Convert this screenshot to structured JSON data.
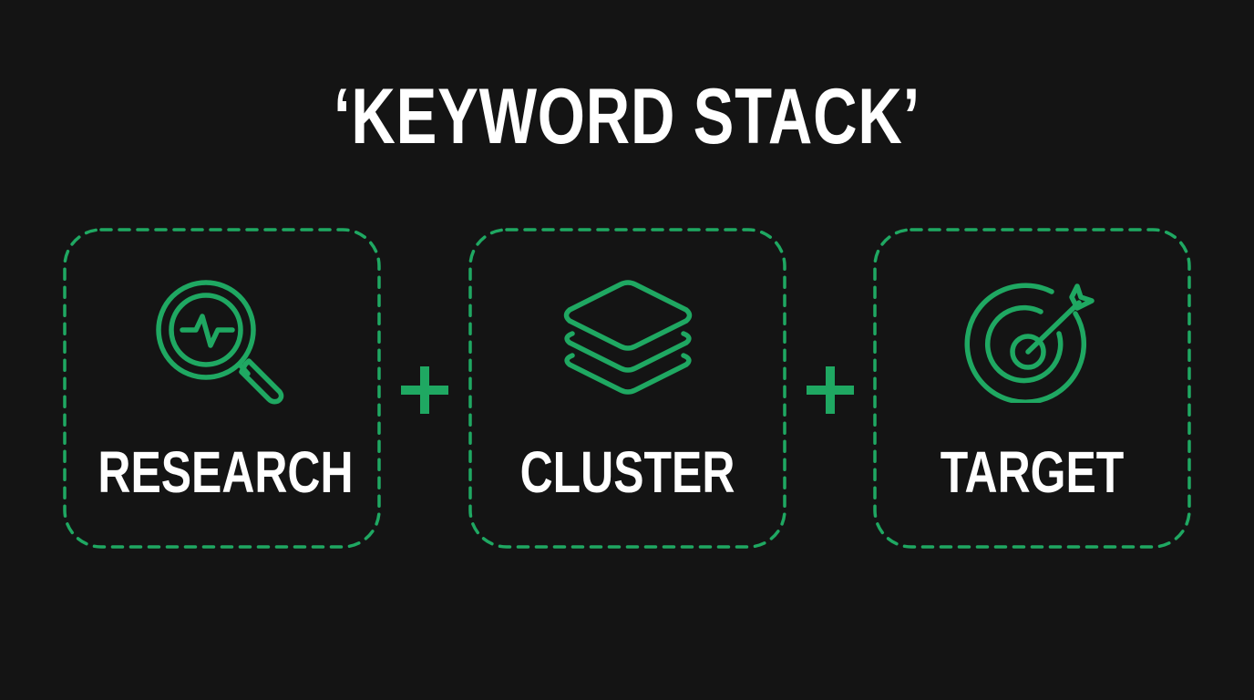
{
  "title": "‘KEYWORD STACK’",
  "colors": {
    "background": "#141414",
    "accent": "#1fa862",
    "text": "#ffffff"
  },
  "cards": [
    {
      "label": "RESEARCH",
      "icon": "magnifier-pulse-icon"
    },
    {
      "label": "CLUSTER",
      "icon": "layers-stack-icon"
    },
    {
      "label": "TARGET",
      "icon": "target-arrow-icon"
    }
  ],
  "operators": [
    "+",
    "+"
  ]
}
